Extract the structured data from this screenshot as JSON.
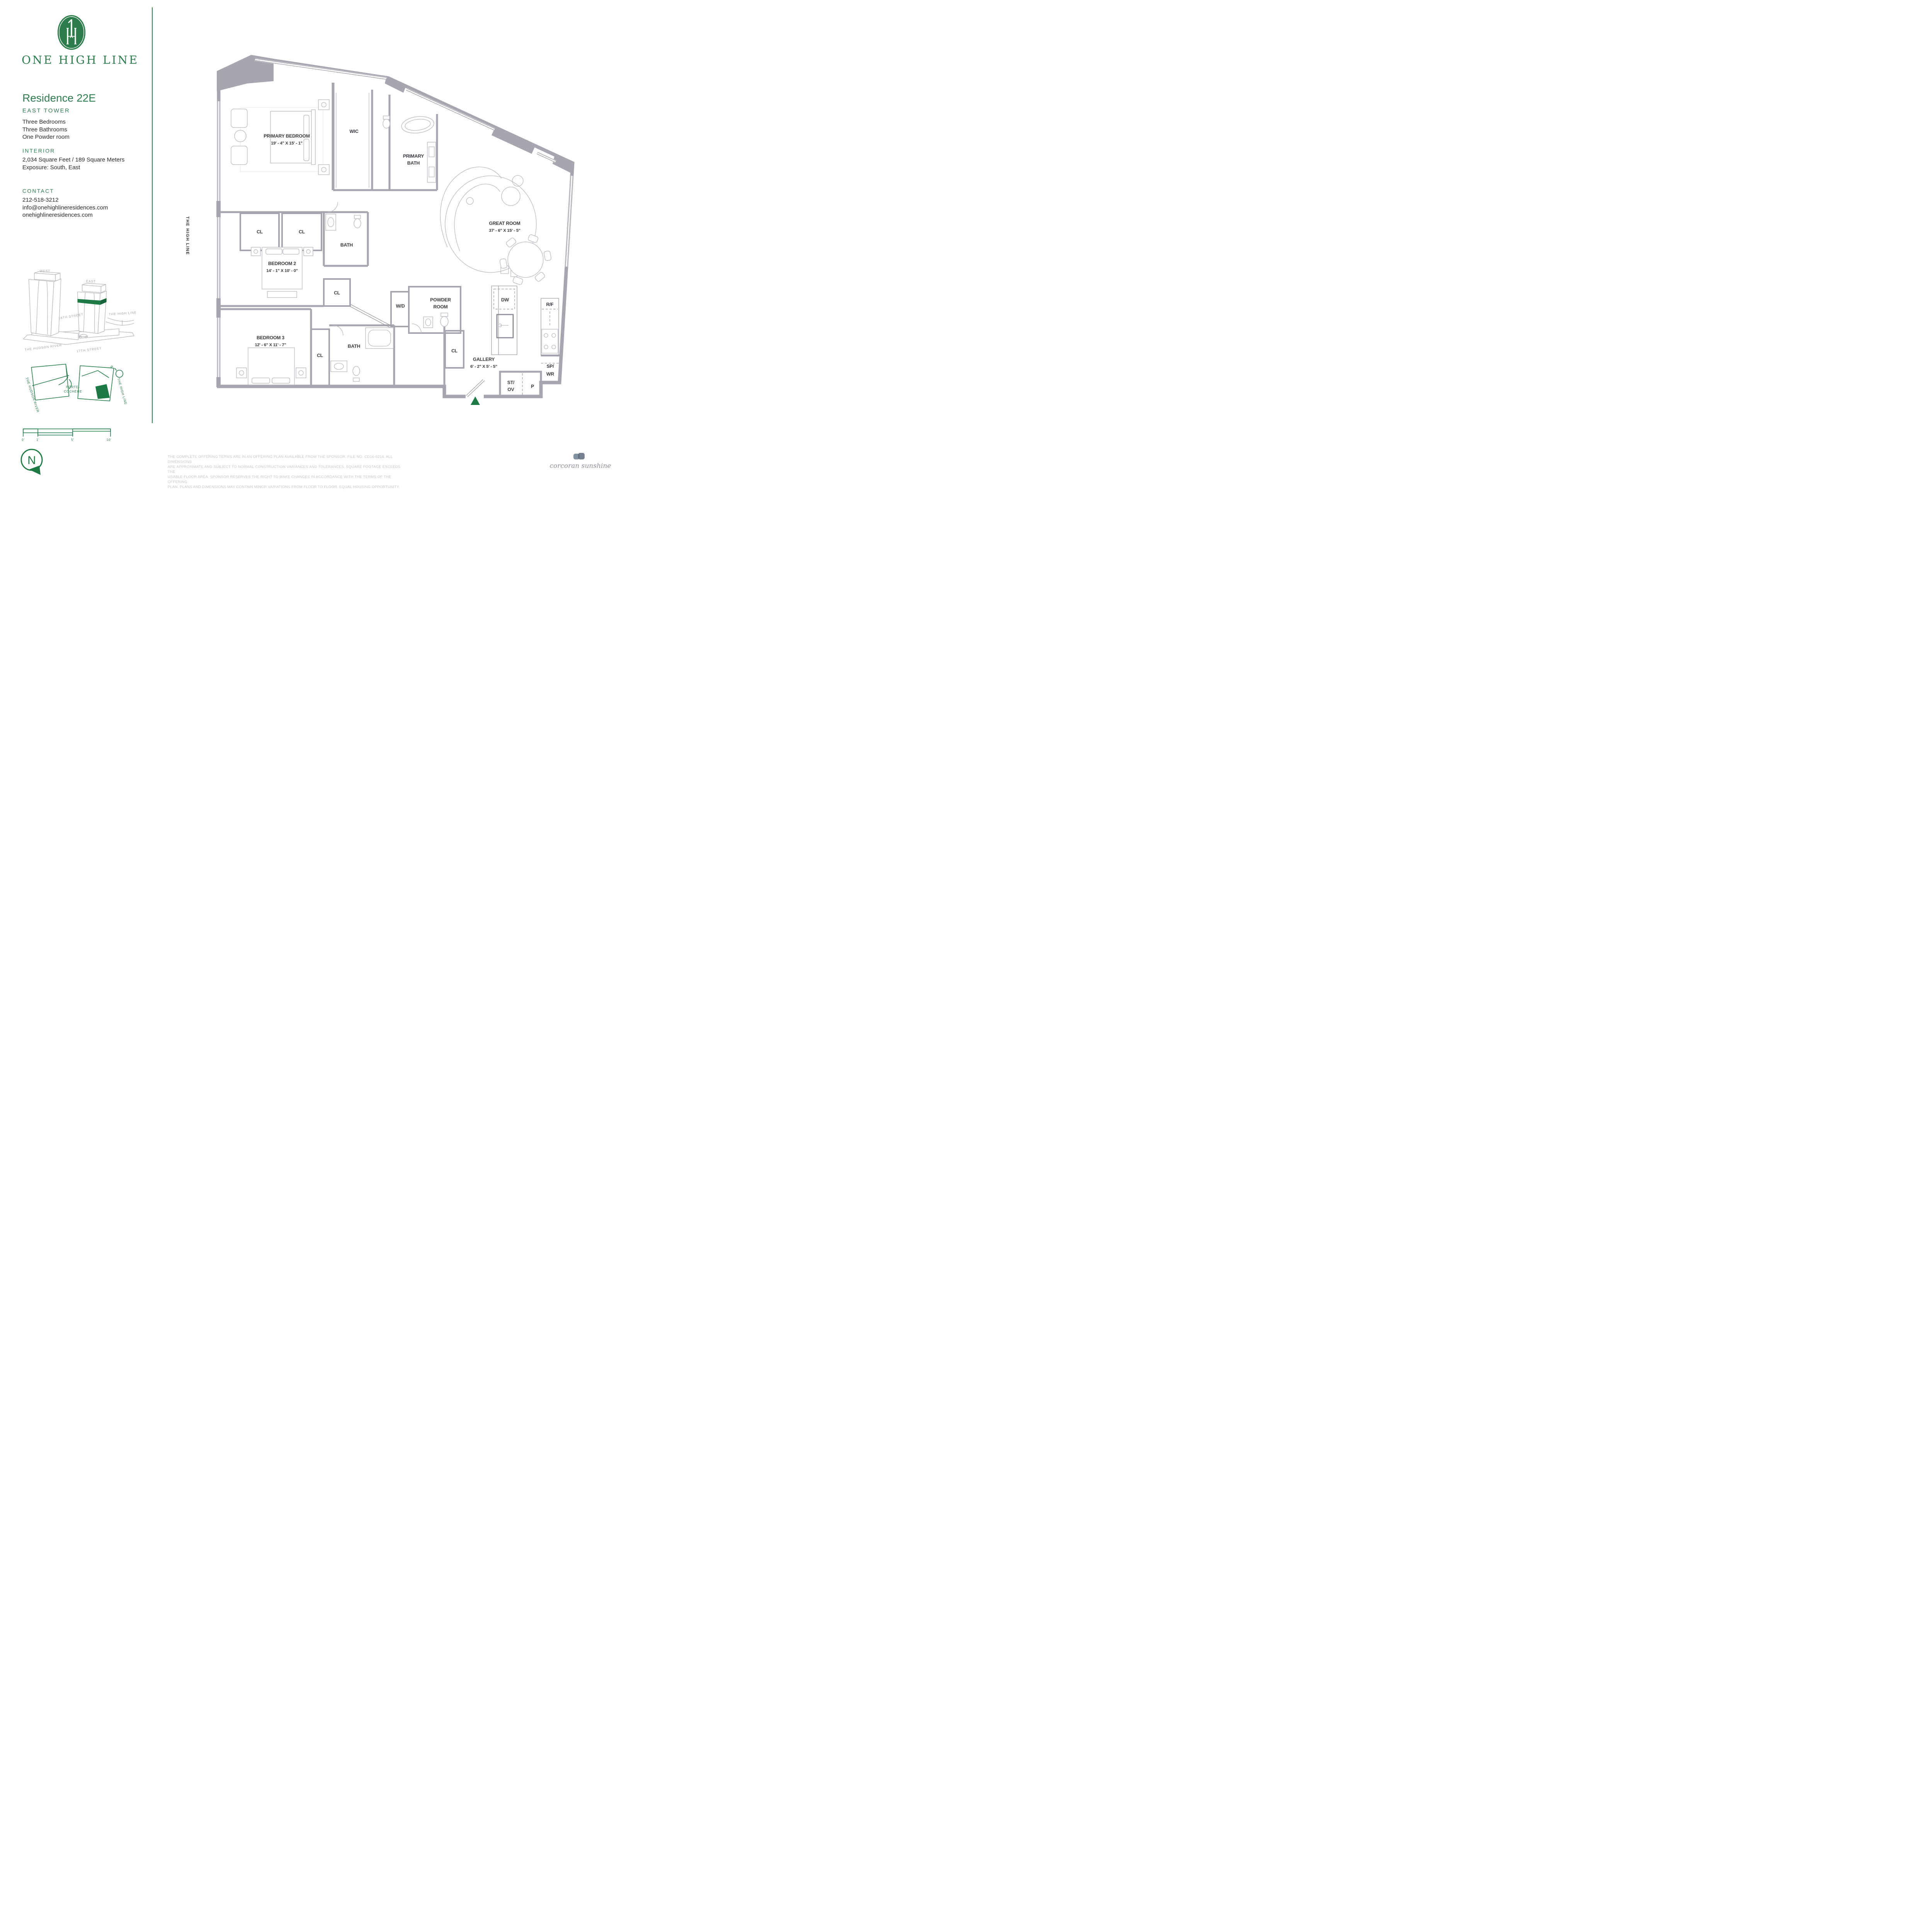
{
  "brand": {
    "name": "ONE HIGH LINE"
  },
  "residence": {
    "title": "Residence 22E",
    "tower": "EAST TOWER",
    "features": [
      "Three Bedrooms",
      "Three Bathrooms",
      "One Powder room"
    ],
    "interior_heading": "INTERIOR",
    "area": "2,034 Square Feet / 189 Square Meters",
    "exposure": "Exposure: South, East"
  },
  "contact": {
    "heading": "CONTACT",
    "phone": "212-518-3212",
    "email": "info@onehighlineresidences.com",
    "website": "onehighlineresidences.com"
  },
  "building_diagram": {
    "west": "WEST",
    "east": "EAST",
    "street_18": "18TH STREET",
    "high_line": "THE HIGH LINE",
    "hudson_river": "THE HUDSON RIVER",
    "street_17": "17TH STREET"
  },
  "site_plan": {
    "porte_cochere_1": "PORTE-",
    "porte_cochere_2": "COCHÈRE",
    "hudson_river": "THE HUDSON RIVER",
    "high_line": "THE HIGH LINE",
    "north": "N"
  },
  "scale_bar": {
    "t0": "0'",
    "t1": "1'",
    "t5": "5'",
    "t10": "10'"
  },
  "compass": {
    "north": "N"
  },
  "plan": {
    "high_line_label": "THE HIGH LINE",
    "primary_bedroom": {
      "name": "PRIMARY BEDROOM",
      "dims": "19' - 4\" X 15' - 1\""
    },
    "wic": "WIC",
    "primary_bath_1": "PRIMARY",
    "primary_bath_2": "BATH",
    "cl": "CL",
    "bath": "BATH",
    "wd": "W/D",
    "dw": "DW",
    "rf": "R/F",
    "p": "P",
    "bedroom2": {
      "name": "BEDROOM 2",
      "dims": "14' - 1\" X 10' - 0\""
    },
    "powder_1": "POWDER",
    "powder_2": "ROOM",
    "great_room": {
      "name": "GREAT ROOM",
      "dims": "37' - 6\" X 15' - 5\""
    },
    "bedroom3": {
      "name": "BEDROOM 3",
      "dims": "12' - 6\" X 11' - 7\""
    },
    "gallery": {
      "name": "GALLERY",
      "dims": "6' - 2\" X 5' - 5\""
    },
    "sp_wr_1": "SP/",
    "sp_wr_2": "WR",
    "st_ov_1": "ST/",
    "st_ov_2": "OV"
  },
  "footer": {
    "disclaimer_lines": [
      "THE COMPLETE OFFERING TERMS ARE IN AN OFFERING PLAN AVAILABLE FROM THE SPONSOR. FILE NO. CD16-0214. ALL DIMENSIONS",
      "ARE APPROXIMATE AND SUBJECT TO NORMAL CONSTRUCTION VARIANCES AND TOLERANCES. SQUARE FOOTAGE EXCEEDS THE",
      "USABLE FLOOR AREA. SPONSOR RESERVES THE RIGHT TO MAKE CHANGES IN ACCORDANCE WITH THE TERMS OF THE OFFERING",
      "PLAN. PLANS AND DIMENSIONS MAY CONTAIN MINOR VARIATIONS FROM FLOOR TO FLOOR. EQUAL HOUSING OPPORTUNITY."
    ],
    "agency": "corcoran sunshine"
  }
}
